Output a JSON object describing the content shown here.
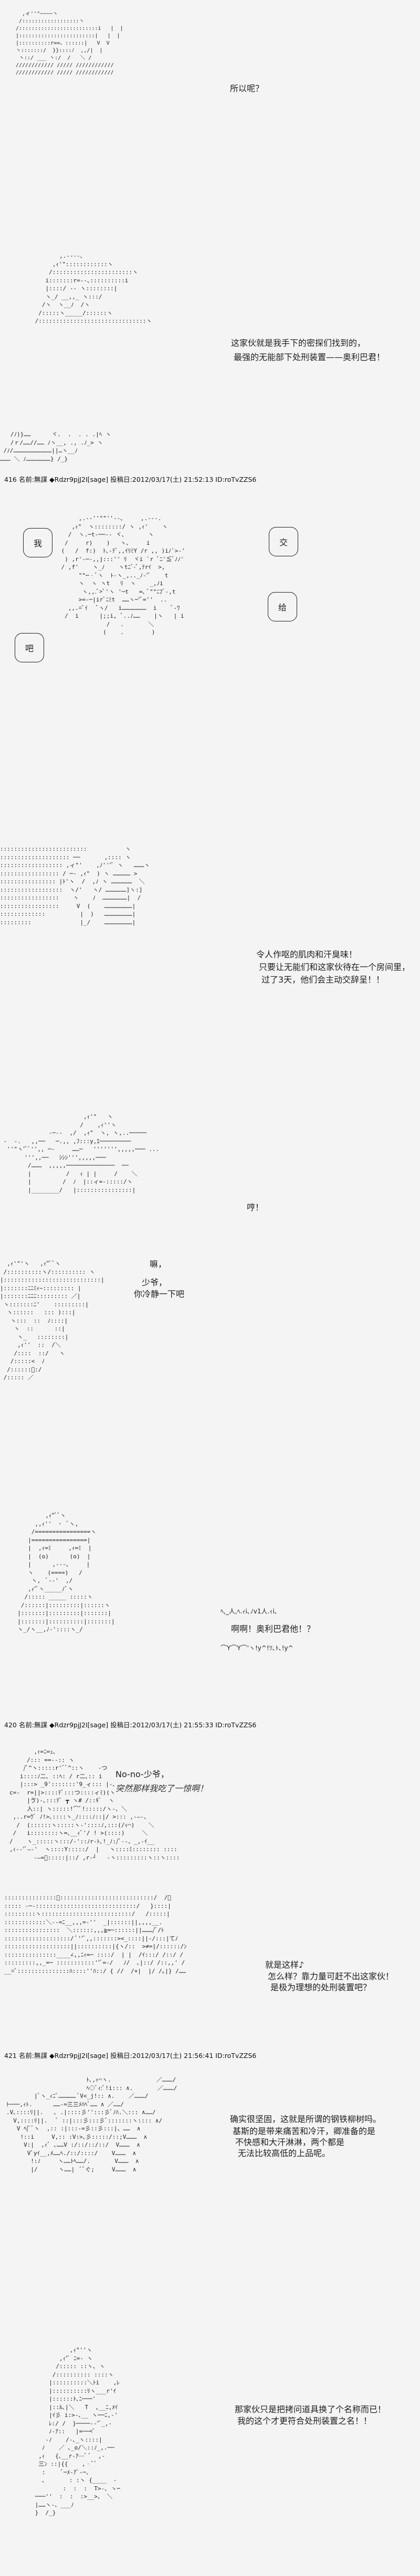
{
  "panels": {
    "p1": {
      "line1": "所以呢？"
    },
    "p2": {
      "line1": "这家伙就是我手下的密探们找到的，",
      "line2": "最强的无能部下处刑装置——奥利巴君！"
    },
    "post416": {
      "header": "416 名前:無謀 ◆Rdzr9pjJ2I[sage] 投稿日:2012/03/17(土) 21:52:13 ID:roTvZZS6"
    },
    "p3": {
      "bubbles": [
        "我",
        "交",
        "给",
        "吧"
      ]
    },
    "p4": {
      "line1": "令人作呕的肌肉和汗臭味！",
      "line2": "只要让无能们和这家伙待在一个房间里，",
      "line3": "过了3天，他们会主动交辞呈！！"
    },
    "p5": {
      "line1": "哼！"
    },
    "p6": {
      "line1": "嘛，",
      "line2": "少爷，",
      "line3": "你冷静一下吧"
    },
    "p7": {
      "deco_top": "ﾍ,_人,ﾍ.ｨi､ﾉv1人.ｨi､",
      "line1": "啊啊！奥利巴君他！？",
      "deco_bottom": "⌒Y⌒Y⌒'ヽ!y^!ﾂ､ﾄ､!y^"
    },
    "post420": {
      "header": "420 名前:無謀 ◆Rdzr9pjJ2I[sage] 投稿日:2012/03/17(土) 21:55:33 ID:roTvZZS6"
    },
    "p8": {
      "line1": "No-no-少爷，",
      "line2": "突然那样我吃了一惊啊！"
    },
    "p9": {
      "line1": "就是这样♪",
      "line2": "怎么样？靠力量可赶不出这家伙！",
      "line3": "是极为理想的处刑装置吧？"
    },
    "post421": {
      "header": "421 名前:無謀 ◆Rdzr9pjJ2I[sage] 投稿日:2012/03/17(土) 21:56:41 ID:roTvZZS6"
    },
    "p10": {
      "line1": "确实很坚固，这就是所谓的钢铁柳树吗。",
      "line2": "基斯的是带来痛苦和冷汗，卿准备的是",
      "line3": "不快感和大汗淋淋，两个都是",
      "line4": "无法比较高低的上品呢。"
    },
    "p11": {
      "line1": "那家伙只是把拷问道具换了个名称而已！",
      "line2": "我的这个才更符合处刑装置之名！！"
    }
  },
  "art": {
    "a1": "       ,ｨ=ﾆ=ｭ、\n     /::: ==-‐:: ヽ\n    /ﾞ^ヽ:::::r'ﾞﾞ^::ヽ    ‐つ\n   i::::ﾉ二､ ::ﾍ: / r二､:: i\n   |:::> _9':::::::'9_ィ::: |‐､\nc=-  r=||>::::ﾃﾞ:::つ::::ィﾐ)(ヽ\n     |ゔ)‐､:::ﾃﾞ ┳ ヽ# /::ｷﾞ  ヽ\n     入::| ヽ:::::!⌒ﾞ!:::::/ヽ‐、＼\n ,..r=ｳﾞ ﾉ!>､::::ヽ_ﾉ::::ﾉ::|/ >::: ,‐―‐、\n  /  (::::::ヽ:::::ヽ‐'::::ﾉ,:::(/ｨ⌒)    ＼\n /   i::::::::ヽ=､__ｨﾞ'/ ! >(::::)     ＼\n/    ヽ_:::::ヽ:::/‐'::ﾉr‐ﾄ､!_ﾉ:/ﾞ‐-、_,‐ｲ__\n,ｨ-‐'ﾞ―‐'  ヽ::::Y:::::/  |   ヽ::::ﾐ:::::::: ::::\n       ‐―=ﾞ:::::|::/ ,r‐┘   ‐ヽ:::::::::ヽ::ヽ::::"
  }
}
